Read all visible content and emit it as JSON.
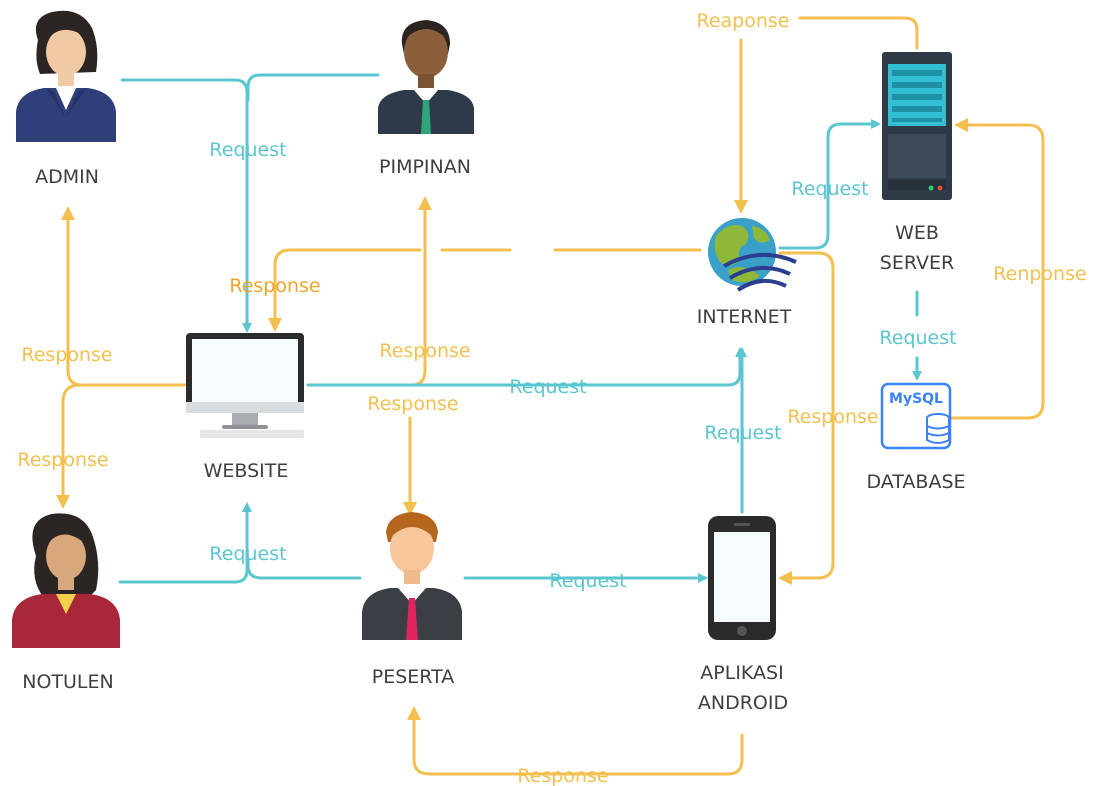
{
  "colors": {
    "request": "#5bc6cf",
    "response": "#f3bf4f",
    "response_text": "#f0a32a",
    "node_text": "#3f3f3f",
    "mysql_blue": "#3b82f6",
    "server_dark": "#2e3a46",
    "server_screen": "#33bfd1"
  },
  "nodes": {
    "admin": {
      "label": "ADMIN",
      "icon": "female-admin-icon"
    },
    "pimpinan": {
      "label": "PIMPINAN",
      "icon": "male-manager-icon"
    },
    "website": {
      "label": "WEBSITE",
      "icon": "desktop-monitor-icon"
    },
    "notulen": {
      "label": "NOTULEN",
      "icon": "female-notulen-icon"
    },
    "peserta": {
      "label": "PESERTA",
      "icon": "male-participant-icon"
    },
    "internet": {
      "label": "INTERNET",
      "icon": "globe-icon"
    },
    "web_server": {
      "label_line1": "WEB",
      "label_line2": "SERVER",
      "icon": "server-rack-icon"
    },
    "database": {
      "label": "DATABASE",
      "icon": "mysql-database-icon",
      "icon_text": "MySQL"
    },
    "android": {
      "label_line1": "APLIKASI",
      "label_line2": "ANDROID",
      "icon": "smartphone-icon"
    }
  },
  "edge_labels": {
    "admin_to_website": "Request",
    "website_to_internet": "Request",
    "internet_to_webserver": "Request",
    "webserver_to_database": "Request",
    "android_to_internet": "Request",
    "notulen_to_website": "Request",
    "peserta_to_android": "Request",
    "webserver_to_internet": "Reaponse",
    "internet_to_website": "Response",
    "website_to_admin": "Response",
    "website_to_pimpinan": "Response",
    "website_to_peserta": "Response",
    "website_to_notulen": "Response",
    "database_to_webserver": "Renponse",
    "internet_to_android": "Response",
    "android_to_peserta": "Response"
  }
}
